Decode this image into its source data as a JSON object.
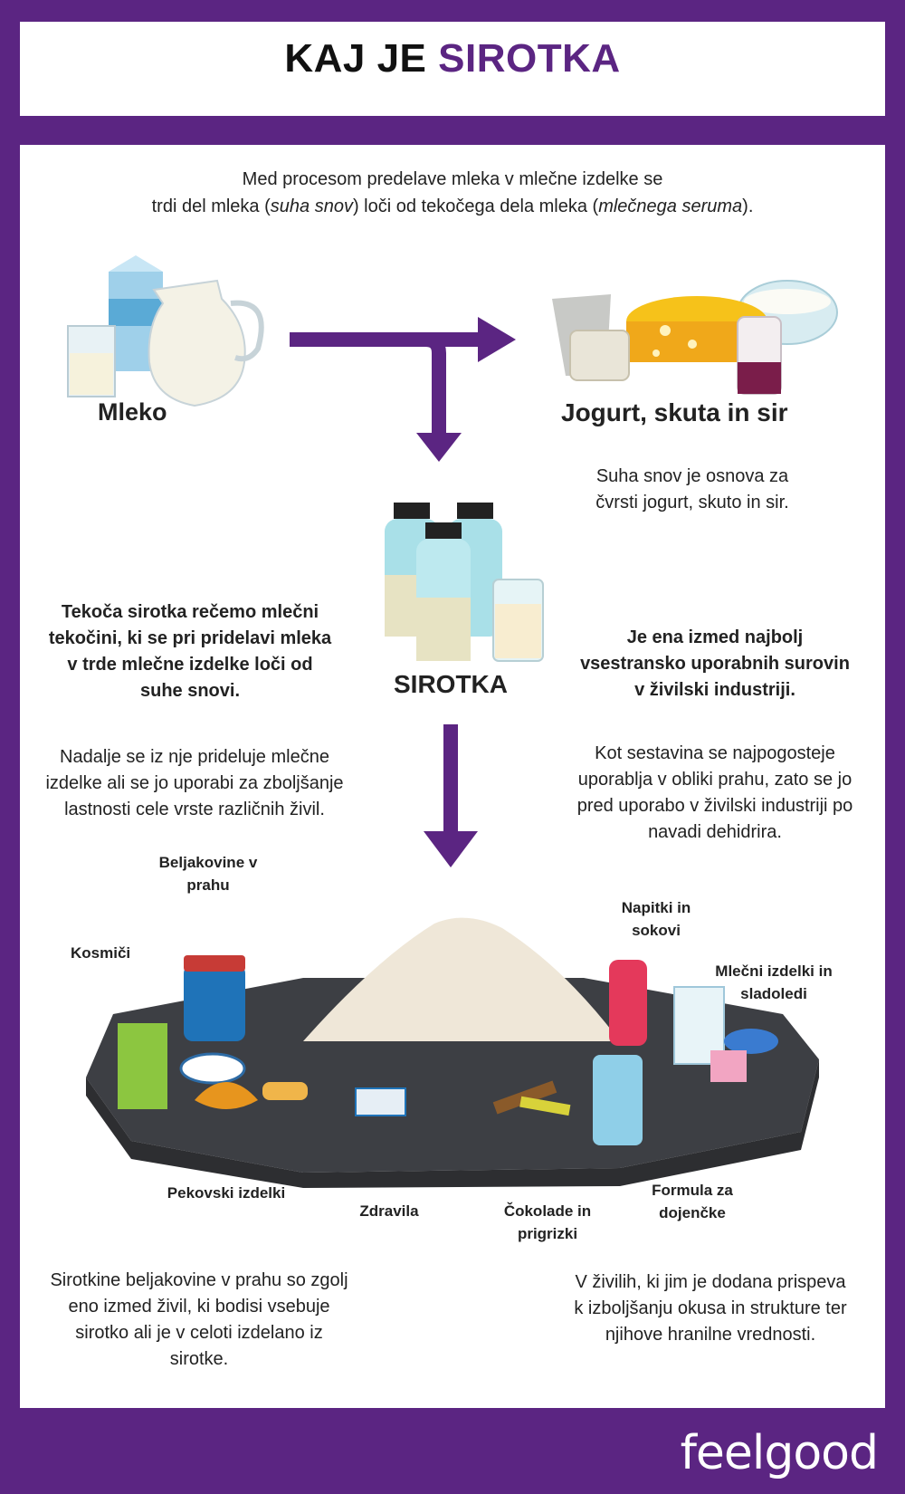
{
  "title": {
    "main": "KAJ JE",
    "accent": "SIROTKA"
  },
  "intro": {
    "line1": "Med procesom predelave mleka v mlečne izdelke se",
    "line2_a": "trdi del mleka (",
    "line2_em1": "suha snov",
    "line2_b": ") loči od tekočega dela mleka (",
    "line2_em2": "mlečnega seruma",
    "line2_c": ")."
  },
  "flow": {
    "milk_label": "Mleko",
    "dairy_label": "Jogurt, skuta in sir",
    "dairy_desc": "Suha snov je osnova za čvrsti jogurt, skuto in sir.",
    "whey_label": "SIROTKA",
    "left_bold": "Tekoča sirotka rečemo mlečni tekočini, ki se pri pridelavi mleka v trde mlečne izdelke loči od suhe snovi.",
    "right_bold": "Je ena izmed najbolj vsestransko uporabnih surovin v živilski industriji.",
    "left_text": "Nadalje se iz nje prideluje mlečne izdelke ali se jo uporabi za zboljšanje lastnosti cele vrste različnih živil.",
    "right_text": "Kot sestavina se najpogosteje uporablja v obliki prahu, zato se jo pred uporabo v živilski industriji po navadi dehidrira."
  },
  "uses": {
    "protein": "Beljakovine v prahu",
    "cereal": "Kosmiči",
    "bakery": "Pekovski izdelki",
    "supplements": "Zdravila",
    "chocolate": "Čokolade in prigrizki",
    "formula": "Formula za dojenčke",
    "dairy": "Mlečni izdelki in sladoledi",
    "drinks": "Napitki in sokovi"
  },
  "bottom": {
    "left": "Sirotkine beljakovine v prahu so zgolj eno izmed živil, ki bodisi vsebuje sirotko ali je v celoti izdelano iz sirotke.",
    "right": "V živilih, ki jim je dodana prispeva k izboljšanju  okusa in strukture ter njihove hranilne vrednosti."
  },
  "logo": {
    "text": "feelgood"
  },
  "colors": {
    "brand_purple": "#5b2582",
    "table": "#3d3f44"
  }
}
